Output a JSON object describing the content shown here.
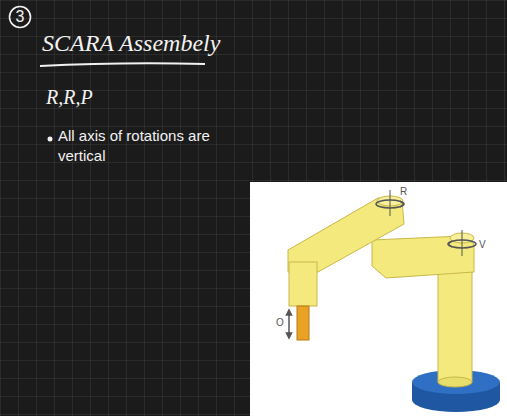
{
  "diagram": {
    "title": "SCARA Assembely",
    "nodes": [
      {
        "text": [
          "3"
        ]
      }
    ],
    "labels": [
      "R,R,P",
      "All axis of rotations are vertical",
      "R",
      "V",
      "O"
    ]
  }
}
